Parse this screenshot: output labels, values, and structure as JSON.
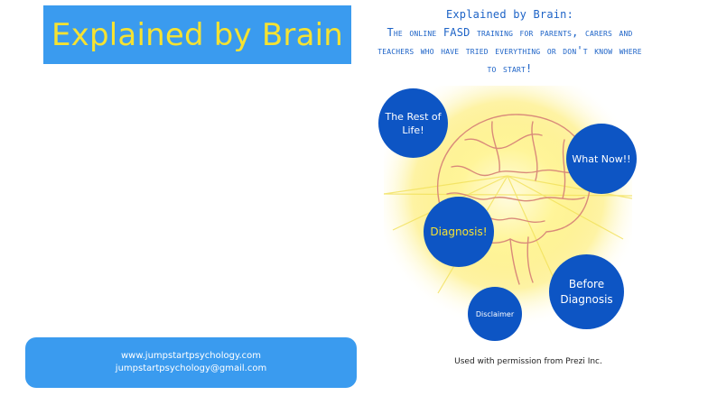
{
  "title_banner": {
    "text": "Explained by Brain"
  },
  "contact": {
    "website": "www.jumpstartpsychology.com",
    "email": "jumpstartpsychology@gmail.com"
  },
  "heading": {
    "line1": "Explained by Brain:",
    "line2": "The online FASD training for parents, carers and teachers who have tried everything or don't know where to start!"
  },
  "bubbles": {
    "rest_of_life": "The Rest of Life!",
    "what_now": "What Now!!",
    "diagnosis": "Diagnosis!",
    "before_diagnosis": "Before Diagnosis",
    "disclaimer": "Disclaimer"
  },
  "permission_note": "Used with permission from Prezi Inc.",
  "colors": {
    "banner_blue": "#3a9bef",
    "banner_text_yellow": "#f5e232",
    "bubble_blue": "#0d55c4",
    "heading_blue": "#1d63c7"
  },
  "icons": [
    "brain-illustration"
  ]
}
